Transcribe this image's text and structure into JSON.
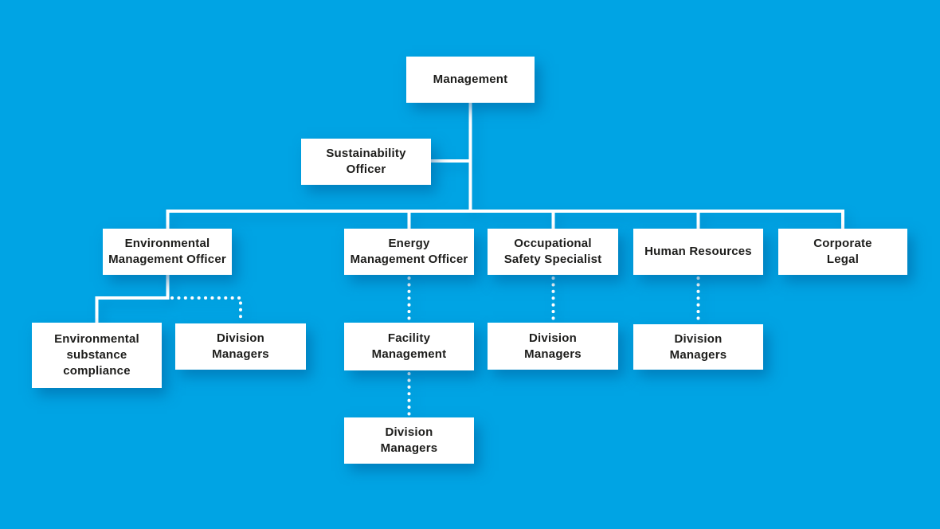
{
  "diagram": {
    "title": "Sustainability organization chart",
    "colors": {
      "background": "#00a4e4",
      "node_fill": "#ffffff",
      "node_text": "#1d1d1b",
      "connector": "#ffffff",
      "shadow": "rgba(0,90,150,0.5)"
    },
    "nodes": {
      "management": {
        "label": "Management"
      },
      "sustainability_officer": {
        "label": "Sustainability\nOfficer"
      },
      "environmental_management_officer": {
        "label": "Environmental\nManagement Officer"
      },
      "energy_management_officer": {
        "label": "Energy\nManagement Officer"
      },
      "occupational_safety_specialist": {
        "label": "Occupational\nSafety Specialist"
      },
      "human_resources": {
        "label": "Human Resources"
      },
      "corporate_legal": {
        "label": "Corporate\nLegal"
      },
      "environmental_substance_compliance": {
        "label": "Environmental\nsubstance\ncompliance"
      },
      "division_managers_environmental": {
        "label": "Division\nManagers"
      },
      "facility_management": {
        "label": "Facility\nManagement"
      },
      "division_managers_occupational": {
        "label": "Division\nManagers"
      },
      "division_managers_hr": {
        "label": "Division\nManagers"
      },
      "division_managers_facility": {
        "label": "Division\nManagers"
      }
    },
    "edges": [
      {
        "from": "management",
        "to": "sustainability_officer",
        "style": "solid"
      },
      {
        "from": "management",
        "to": "environmental_management_officer",
        "style": "solid"
      },
      {
        "from": "management",
        "to": "energy_management_officer",
        "style": "solid"
      },
      {
        "from": "management",
        "to": "occupational_safety_specialist",
        "style": "solid"
      },
      {
        "from": "management",
        "to": "human_resources",
        "style": "solid"
      },
      {
        "from": "management",
        "to": "corporate_legal",
        "style": "solid"
      },
      {
        "from": "environmental_management_officer",
        "to": "environmental_substance_compliance",
        "style": "solid"
      },
      {
        "from": "environmental_management_officer",
        "to": "division_managers_environmental",
        "style": "dotted"
      },
      {
        "from": "energy_management_officer",
        "to": "facility_management",
        "style": "dotted"
      },
      {
        "from": "facility_management",
        "to": "division_managers_facility",
        "style": "dotted"
      },
      {
        "from": "occupational_safety_specialist",
        "to": "division_managers_occupational",
        "style": "dotted"
      },
      {
        "from": "human_resources",
        "to": "division_managers_hr",
        "style": "dotted"
      }
    ]
  }
}
